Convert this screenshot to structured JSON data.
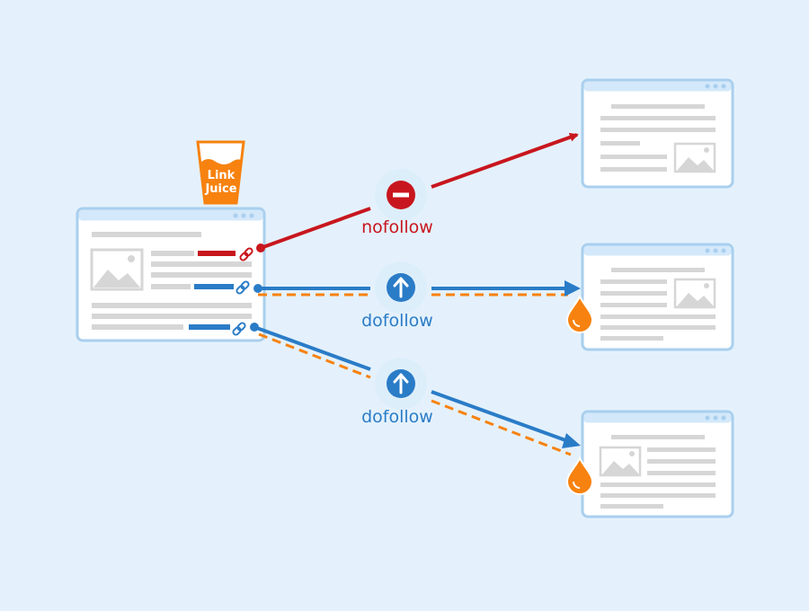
{
  "colors": {
    "background": "#e4f1fc",
    "nofollow": "#c8161e",
    "dofollow": "#2a7cc7",
    "juice": "#f7820f",
    "window_border": "#a9cfee",
    "window_bar": "#d3e8fa",
    "placeholder": "#d6d6d6"
  },
  "cup": {
    "label_line1": "Link",
    "label_line2": "Juice"
  },
  "links": [
    {
      "label": "nofollow",
      "icon": "no-entry-icon"
    },
    {
      "label": "dofollow",
      "icon": "arrow-up-icon"
    },
    {
      "label": "dofollow",
      "icon": "arrow-up-icon"
    }
  ]
}
